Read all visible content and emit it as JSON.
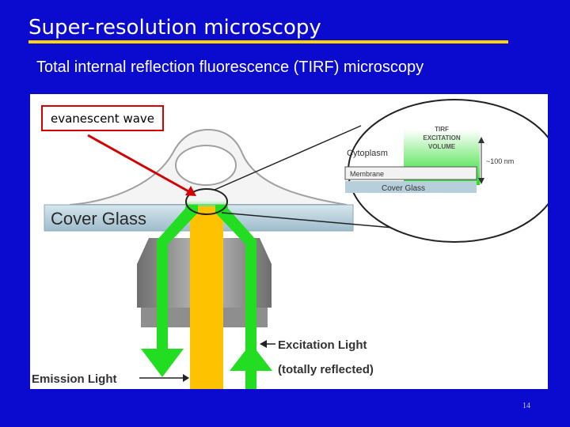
{
  "slide": {
    "title": "Super-resolution microscopy",
    "subtitle": "Total internal reflection fluorescence (TIRF) microscopy",
    "page_number": "14"
  },
  "diagram": {
    "callout": "evanescent wave",
    "cover_glass": "Cover Glass",
    "excitation_light": "Excitation Light",
    "totally_reflected": "(totally reflected)",
    "emission_light": "Emission Light",
    "inset": {
      "tirf_line1": "TIRF",
      "tirf_line2": "EXCITATION",
      "tirf_line3": "VOLUME",
      "cytoplasm": "Cytoplasm",
      "membrane": "Membrane",
      "cover_glass": "Cover Glass",
      "depth": "~100 nm"
    }
  },
  "colors": {
    "background": "#0b0bd0",
    "underline": "#ffd400",
    "beam_green": "#22dd22",
    "beam_orange": "#ffc200",
    "callout_red": "#d40000"
  }
}
